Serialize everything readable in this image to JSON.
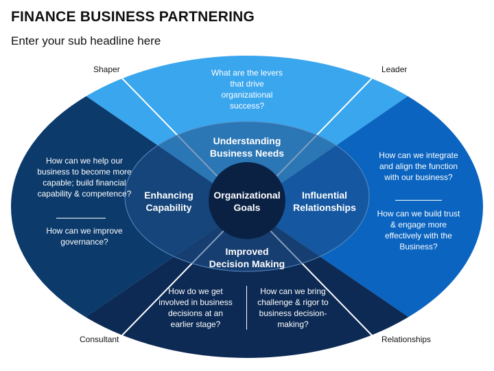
{
  "title": "FINANCE BUSINESS PARTNERING",
  "subtitle": "Enter your sub headline here",
  "corners": {
    "top_left": "Shaper",
    "top_right": "Leader",
    "bottom_left": "Consultant",
    "bottom_right": "Relationships"
  },
  "center": {
    "line1": "Organizational",
    "line2": "Goals"
  },
  "sections": {
    "top": {
      "label_line1": "Understanding",
      "label_line2": "Business Needs",
      "question": "What are the levers that drive organizational success?"
    },
    "left": {
      "label_line1": "Enhancing",
      "label_line2": "Capability",
      "question1": "How can we help our business to become more capable; build financial capability & competence?",
      "question2": "How can we improve governance?"
    },
    "right": {
      "label_line1": "Influential",
      "label_line2": "Relationships",
      "question1": "How can we integrate and align the function with our business?",
      "question2": "How can we build trust & engage more effectively with the Business?"
    },
    "bottom": {
      "label_line1": "Improved",
      "label_line2": "Decision Making",
      "question1": "How do we get involved in business decisions at an earlier stage?",
      "question2": "How can we bring challenge & rigor to business decision-making?"
    }
  },
  "colors": {
    "top": "#3aa6ee",
    "left": "#0b3a6b",
    "right": "#0a64c0",
    "bottom": "#0d2a54",
    "inner": "#1f4f86",
    "center": "#0a2144"
  }
}
